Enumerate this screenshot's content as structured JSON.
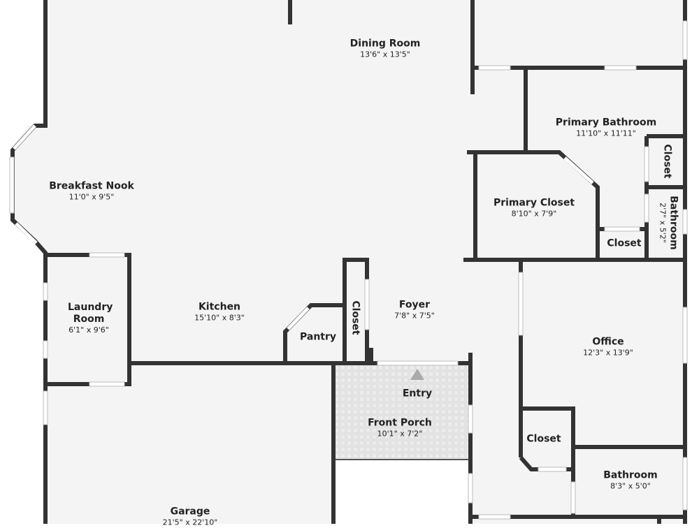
{
  "rooms": [
    {
      "name": "Dining Room",
      "dims": "13'6\" x 13'5\""
    },
    {
      "name": "Primary Bathroom",
      "dims": "11'10\" x 11'11\""
    },
    {
      "name": "Breakfast Nook",
      "dims": "11'0\" x 9'5\""
    },
    {
      "name": "Primary Closet",
      "dims": "8'10\" x 7'9\""
    },
    {
      "name": "Closet"
    },
    {
      "name": "Bathroom",
      "dims": "2'7\" x 5'2\""
    },
    {
      "name": "Closet"
    },
    {
      "name": "Laundry Room",
      "dims": "6'1\" x 9'6\""
    },
    {
      "name": "Kitchen",
      "dims": "15'10\" x 8'3\""
    },
    {
      "name": "Pantry"
    },
    {
      "name": "Closet"
    },
    {
      "name": "Foyer",
      "dims": "7'8\" x 7'5\""
    },
    {
      "name": "Office",
      "dims": "12'3\" x 13'9\""
    },
    {
      "name": "Entry"
    },
    {
      "name": "Front Porch",
      "dims": "10'1\" x 7'2\""
    },
    {
      "name": "Closet"
    },
    {
      "name": "Bathroom",
      "dims": "8'3\" x 5'0\""
    },
    {
      "name": "Garage",
      "dims": "21'5\" x 22'10\""
    }
  ],
  "colors": {
    "floor": "#f4f4f4",
    "wall": "#333333",
    "porch": "#ebebeb"
  }
}
